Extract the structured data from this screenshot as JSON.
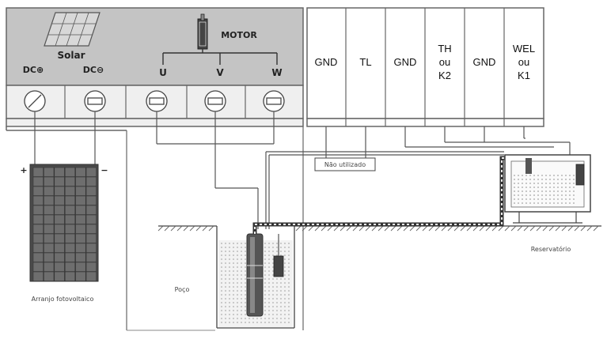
{
  "controller": {
    "solar_label": "Solar",
    "dc_plus": "DC⊕",
    "dc_minus": "DC⊖",
    "motor_label": "MOTOR",
    "phase_u": "U",
    "phase_v": "V",
    "phase_w": "W"
  },
  "terminals": [
    {
      "lines": [
        "GND"
      ]
    },
    {
      "lines": [
        "TL"
      ]
    },
    {
      "lines": [
        "GND"
      ]
    },
    {
      "lines": [
        "TH",
        "ou",
        "K2"
      ]
    },
    {
      "lines": [
        "GND"
      ]
    },
    {
      "lines": [
        "WEL",
        "ou",
        "K1"
      ]
    }
  ],
  "labels": {
    "panel_plus": "+",
    "panel_minus": "−",
    "panel_array": "Arranjo fotovoltaico",
    "well": "Poço",
    "reservoir": "Reservatório",
    "not_used": "Não utilizado"
  },
  "colors": {
    "panel_gray": "#c4c4c4",
    "line": "#555555",
    "solar_cell": "#555555"
  }
}
